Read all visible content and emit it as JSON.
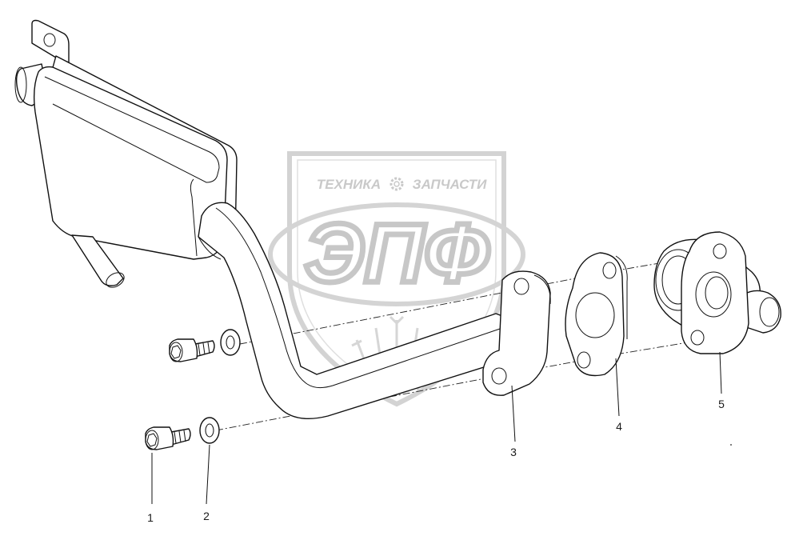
{
  "watermark": {
    "top_text_left": "ТЕХНИКА",
    "top_text_right": "ЗАПЧАСТИ",
    "main_text": "ЭПФ",
    "color": "#c8c8c8",
    "icon": "gear-icon"
  },
  "callouts": [
    {
      "number": "1",
      "part": "bolt"
    },
    {
      "number": "2",
      "part": "washer"
    },
    {
      "number": "3",
      "part": "pipe-with-flange"
    },
    {
      "number": "4",
      "part": "gasket"
    },
    {
      "number": "5",
      "part": "flange-fitting"
    }
  ],
  "colors": {
    "line": "#111111",
    "background": "#ffffff"
  }
}
